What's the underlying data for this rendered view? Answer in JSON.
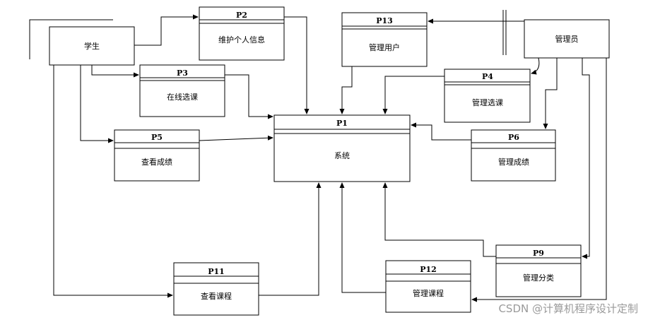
{
  "entities": {
    "student": "学生",
    "admin": "管理员"
  },
  "processes": {
    "p1": {
      "id": "P1",
      "name": "系统"
    },
    "p2": {
      "id": "P2",
      "name": "维护个人信息"
    },
    "p3": {
      "id": "P3",
      "name": "在线选课"
    },
    "p4": {
      "id": "P4",
      "name": "管理选课"
    },
    "p5": {
      "id": "P5",
      "name": "查看成绩"
    },
    "p6": {
      "id": "P6",
      "name": "管理成绩"
    },
    "p9": {
      "id": "P9",
      "name": "管理分类"
    },
    "p11": {
      "id": "P11",
      "name": "查看课程"
    },
    "p12": {
      "id": "P12",
      "name": "管理课程"
    },
    "p13": {
      "id": "P13",
      "name": "管理用户"
    }
  },
  "watermark": "CSDN @计算机程序设计定制",
  "colors": {
    "line": "#000000",
    "background": "#ffffff",
    "watermark": "#9a9a9a"
  }
}
